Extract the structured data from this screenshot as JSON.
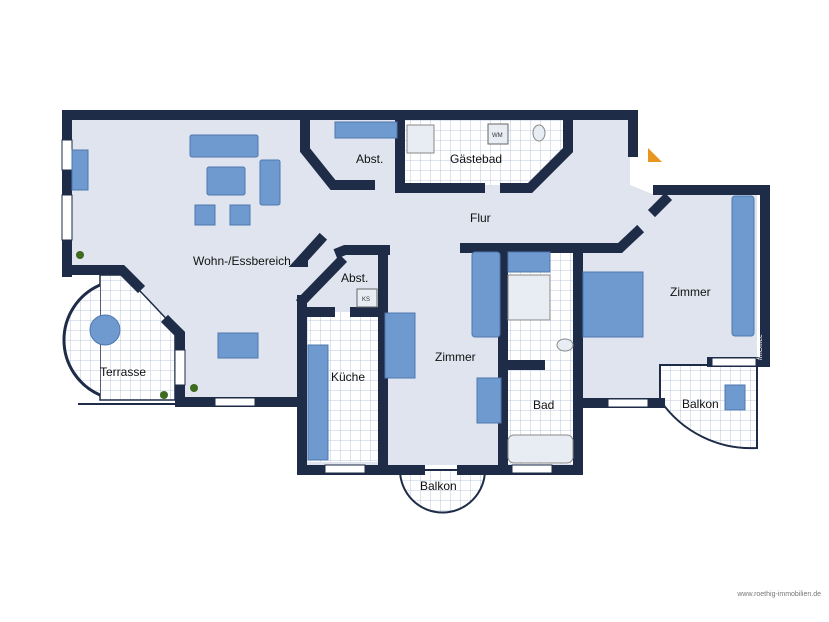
{
  "rooms": {
    "living": "Wohn-/Essbereich",
    "terrace": "Terrasse",
    "storage_top": "Abst.",
    "guest_bath": "Gästebad",
    "hall": "Flur",
    "storage_kitchen": "Abst.",
    "kitchen": "Küche",
    "room_middle": "Zimmer",
    "balcony_bottom": "Balkon",
    "bath": "Bad",
    "room_right": "Zimmer",
    "balcony_right": "Balkon"
  },
  "appliances": {
    "fridge": "KS",
    "washing_machine": "WM"
  },
  "logo": "fmOffice",
  "watermark": "www.roethig-immobilien.de",
  "colors": {
    "wall": "#1f2c47",
    "floor": "#dfe4ee",
    "tile_grid": "#a9b9d6",
    "furniture": "#6f9ad0",
    "north_marker": "#e8961e",
    "plant": "#3f6b1f"
  }
}
